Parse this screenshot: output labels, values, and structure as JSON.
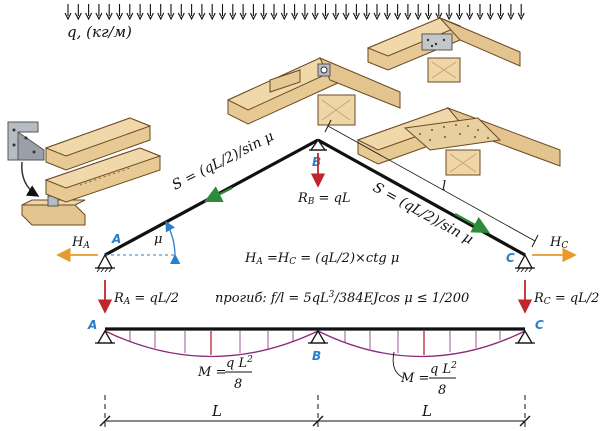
{
  "load": {
    "label": "q, (кг/м)"
  },
  "points": {
    "A": "A",
    "B": "B",
    "C": "C"
  },
  "forces": {
    "h_a": "H",
    "h_a_sub": "A",
    "h_c": "H",
    "h_c_sub": "C",
    "r_b": "R",
    "r_b_sub": "B",
    "r_b_eq": " = qL",
    "r_a": "R",
    "r_a_sub": "A",
    "r_a_eq": " = qL/2",
    "r_c": "R",
    "r_c_sub": "C",
    "r_c_eq": " = qL/2"
  },
  "formulas": {
    "s_left": "S = (qL/2)/sin μ",
    "s_right": "S = (qL/2)/sin μ",
    "h_eq_h": "H",
    "h_eq_a": "A",
    "h_eq_mid": " =H",
    "h_eq_c": "C",
    "h_eq_rest": " = (qL/2)×ctg μ",
    "deflection_a": "прогиб: f/l = 5qL",
    "deflection_exp": "3",
    "deflection_b": "/384EJcos μ  ≤ 1/200",
    "moment_prefix": "M =",
    "moment_num": "q L",
    "moment_exp": "2",
    "moment_den": "8"
  },
  "angle": "μ",
  "dims": {
    "l": "l",
    "span": "L"
  }
}
